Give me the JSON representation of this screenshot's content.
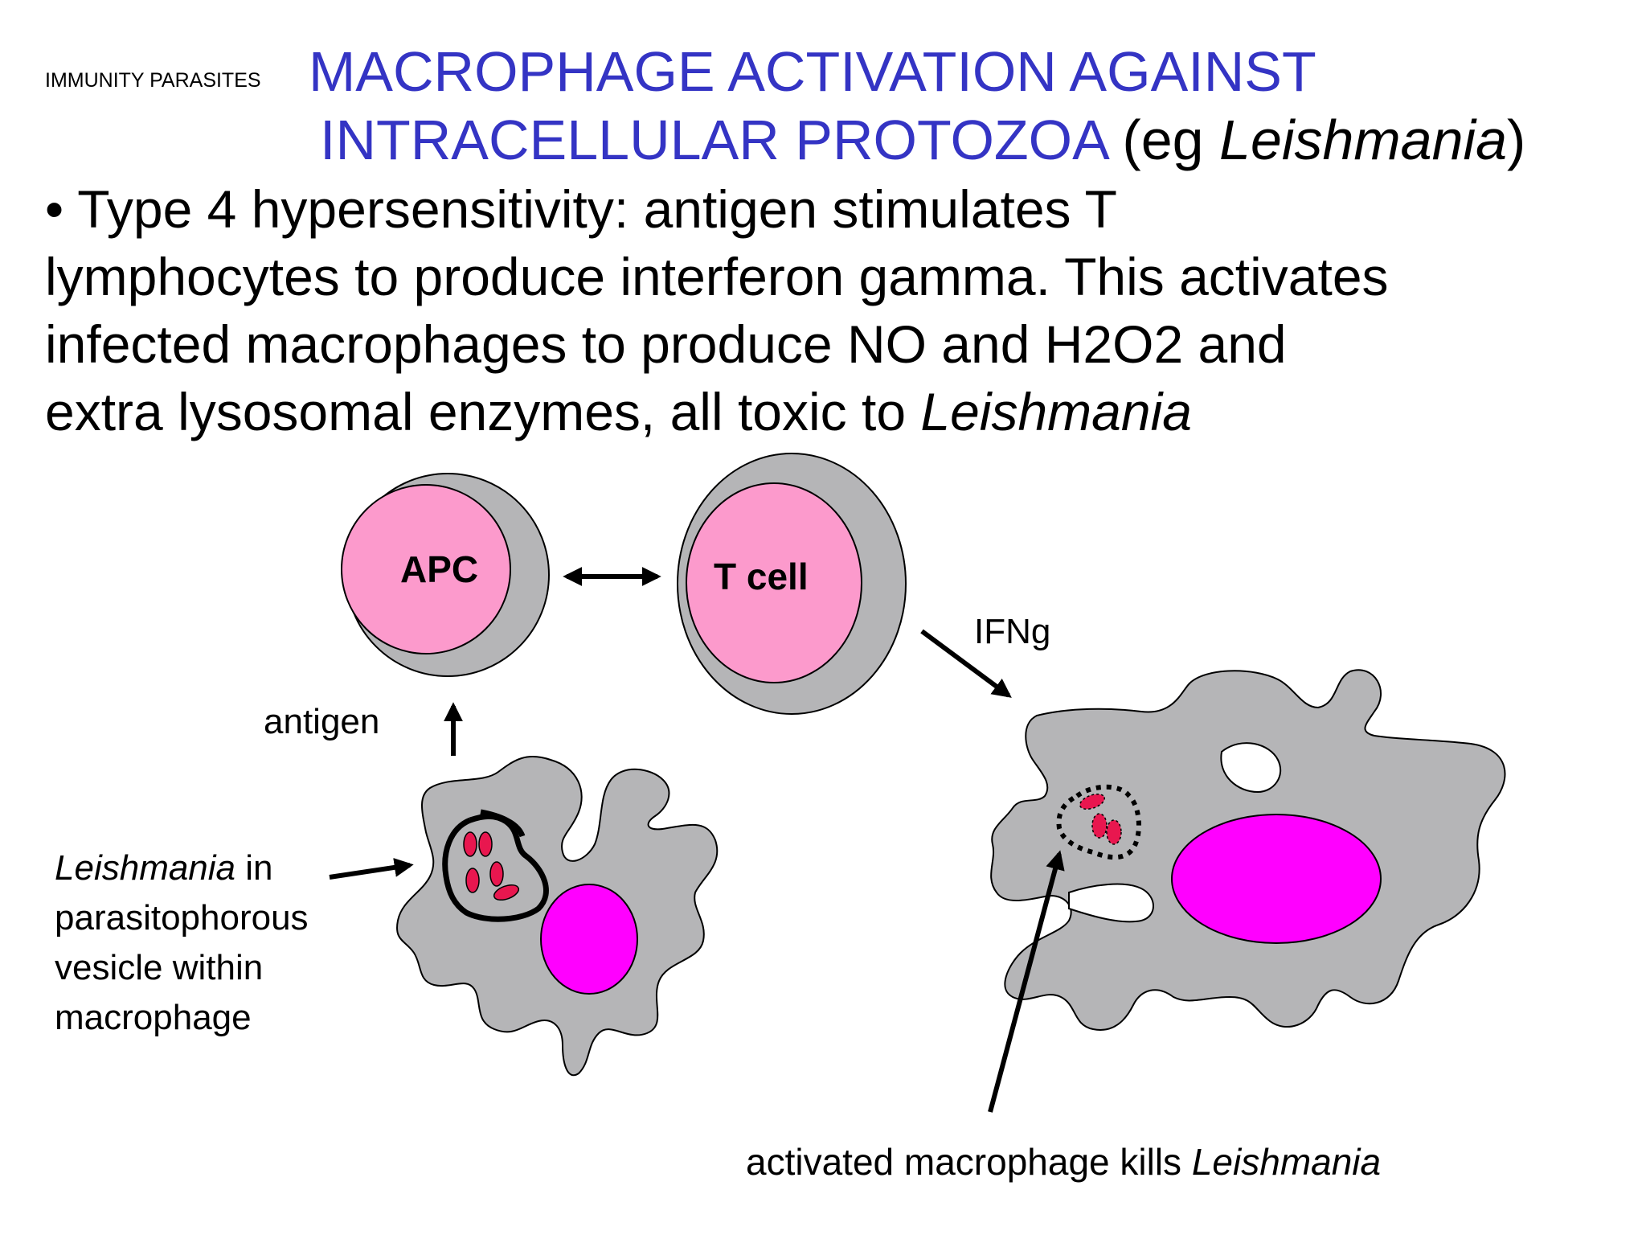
{
  "header": {
    "small_heading": "IMMUNITY PARASITES",
    "title_line1": "MACROPHAGE ACTIVATION AGAINST",
    "title_line2": "INTRACELLULAR PROTOZOA",
    "title_tail_prefix": " (eg ",
    "title_tail_italic": "Leishmania",
    "title_tail_suffix": ")"
  },
  "body": {
    "line1": "• Type 4 hypersensitivity: antigen stimulates T",
    "line2": "lymphocytes to produce interferon gamma. This activates",
    "line3": "infected macrophages to produce NO and H2O2 and",
    "line4_prefix": "extra lysosomal enzymes, all toxic to ",
    "line4_italic": "Leishmania"
  },
  "diagram": {
    "apc_label": "APC",
    "tcell_label": "T cell",
    "ifng_label": "IFNg",
    "antigen_label": "antigen",
    "vesicle_label_italic": "Leishmania",
    "vesicle_label_rest": " in",
    "vesicle_label_line2": "parasitophorous",
    "vesicle_label_line3": "vesicle within",
    "vesicle_label_line4": "macrophage",
    "bottom_label_prefix": "activated macrophage kills ",
    "bottom_label_italic": "Leishmania",
    "colors": {
      "cell_gray": "#b5b5b7",
      "cell_pink": "#fc9acc",
      "nucleus_magenta": "#ff00ff",
      "parasite_red": "#e8174f",
      "title_blue": "#3434c4"
    }
  }
}
